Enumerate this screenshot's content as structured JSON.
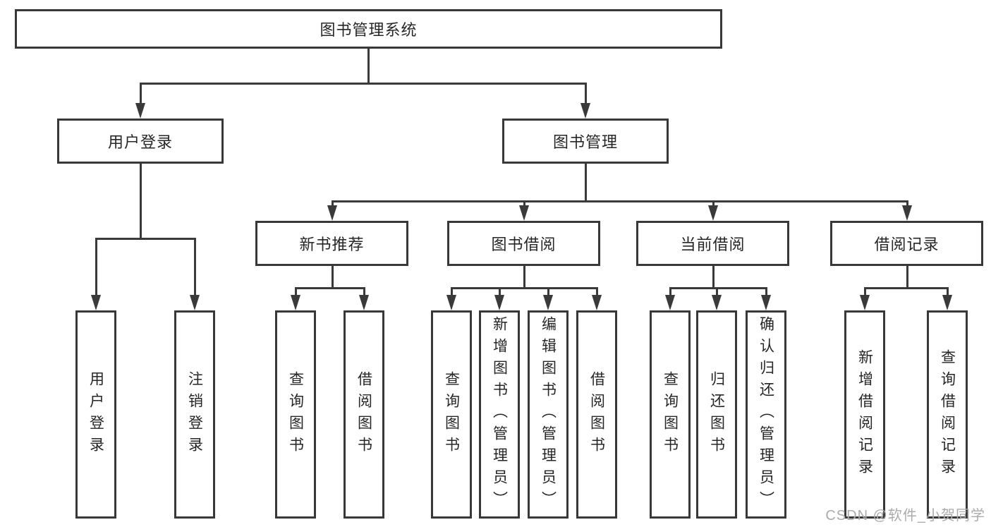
{
  "diagram": {
    "root": {
      "label": "图书管理系统"
    },
    "branches": [
      {
        "label": "用户登录",
        "leaves": [
          {
            "label": "用户登录"
          },
          {
            "label": "注销登录"
          }
        ]
      },
      {
        "label": "图书管理",
        "sections": [
          {
            "label": "新书推荐",
            "leaves": [
              {
                "label": "查询图书"
              },
              {
                "label": "借阅图书"
              }
            ]
          },
          {
            "label": "图书借阅",
            "leaves": [
              {
                "label": "查询图书"
              },
              {
                "label": "新增图书（管理员）"
              },
              {
                "label": "编辑图书（管理员）"
              },
              {
                "label": "借阅图书"
              }
            ]
          },
          {
            "label": "当前借阅",
            "leaves": [
              {
                "label": "查询图书"
              },
              {
                "label": "归还图书"
              },
              {
                "label": "确认归还（管理员）"
              }
            ]
          },
          {
            "label": "借阅记录",
            "leaves": [
              {
                "label": "新增借阅记录"
              },
              {
                "label": "查询借阅记录"
              }
            ]
          }
        ]
      }
    ],
    "watermark": "CSDN @软件_小贺同学",
    "colors": {
      "line": "#3a3a3a",
      "border": "#383838",
      "text": "#262626",
      "box_background": "#ffffff",
      "watermark": "#ababab",
      "background": "#ffffff"
    }
  }
}
